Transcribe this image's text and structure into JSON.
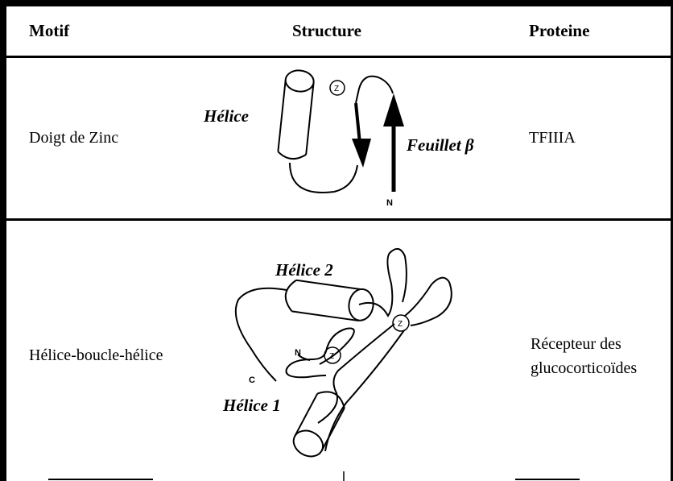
{
  "table": {
    "headers": {
      "motif": "Motif",
      "structure": "Structure",
      "protein": "Proteine"
    },
    "rows": [
      {
        "motif": "Doigt de Zinc",
        "protein": "TFIIIA",
        "labels": {
          "helix": "Hélice",
          "sheet": "Feuillet β",
          "n_terminus": "N",
          "zinc": "Z"
        }
      },
      {
        "motif": "Hélice-boucle-hélice",
        "protein_line1": "Récepteur des",
        "protein_line2": "glucocorticoïdes",
        "labels": {
          "helix2": "Hélice 2",
          "helix1": "Hélice 1",
          "n_terminus": "N",
          "c_terminus": "C",
          "zinc_a": "Z",
          "zinc_b": "Z"
        }
      }
    ]
  }
}
